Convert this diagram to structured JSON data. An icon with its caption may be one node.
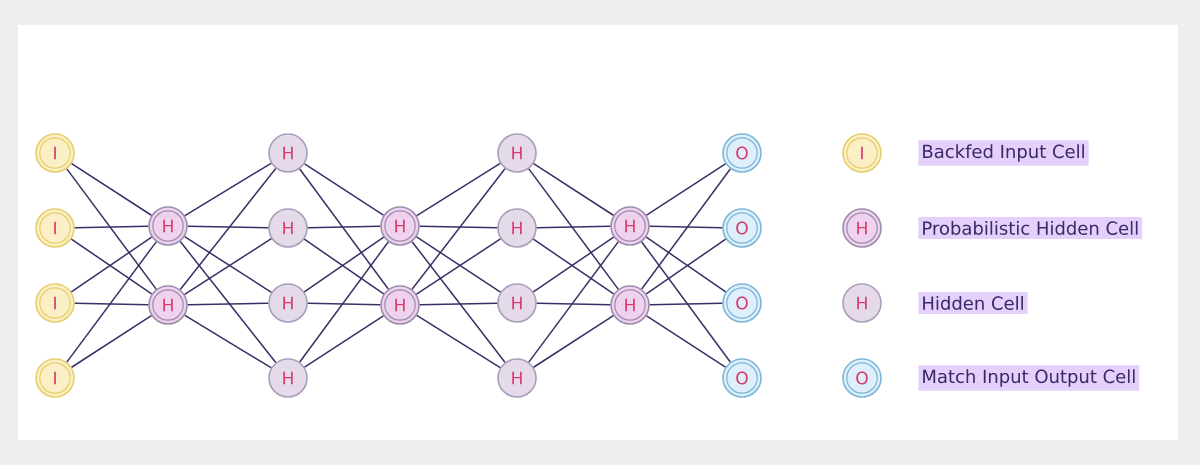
{
  "diagram": {
    "nodes": [
      {
        "text": [
          "I"
        ]
      },
      {
        "text": [
          "I"
        ]
      },
      {
        "text": [
          "I"
        ]
      },
      {
        "text": [
          "I"
        ]
      },
      {
        "text": [
          "H"
        ]
      },
      {
        "text": [
          "H"
        ]
      },
      {
        "text": [
          "H"
        ]
      },
      {
        "text": [
          "H"
        ]
      },
      {
        "text": [
          "H"
        ]
      },
      {
        "text": [
          "H"
        ]
      },
      {
        "text": [
          "H"
        ]
      },
      {
        "text": [
          "H"
        ]
      },
      {
        "text": [
          "H"
        ]
      },
      {
        "text": [
          "H"
        ]
      },
      {
        "text": [
          "H"
        ]
      },
      {
        "text": [
          "H"
        ]
      },
      {
        "text": [
          "H"
        ]
      },
      {
        "text": [
          "H"
        ]
      },
      {
        "text": [
          "O"
        ]
      },
      {
        "text": [
          "O"
        ]
      },
      {
        "text": [
          "O"
        ]
      },
      {
        "text": [
          "O"
        ]
      }
    ],
    "edges": [
      {
        "from": 0,
        "to": 4,
        "arrow": "none"
      },
      {
        "from": 0,
        "to": 5,
        "arrow": "none"
      },
      {
        "from": 1,
        "to": 4,
        "arrow": "none"
      },
      {
        "from": 1,
        "to": 5,
        "arrow": "none"
      },
      {
        "from": 2,
        "to": 4,
        "arrow": "none"
      },
      {
        "from": 2,
        "to": 5,
        "arrow": "none"
      },
      {
        "from": 3,
        "to": 4,
        "arrow": "none"
      },
      {
        "from": 3,
        "to": 5,
        "arrow": "none"
      },
      {
        "from": 4,
        "to": 6,
        "arrow": "none"
      },
      {
        "from": 4,
        "to": 7,
        "arrow": "none"
      },
      {
        "from": 4,
        "to": 8,
        "arrow": "none"
      },
      {
        "from": 4,
        "to": 9,
        "arrow": "none"
      },
      {
        "from": 5,
        "to": 6,
        "arrow": "none"
      },
      {
        "from": 5,
        "to": 7,
        "arrow": "none"
      },
      {
        "from": 5,
        "to": 8,
        "arrow": "none"
      },
      {
        "from": 5,
        "to": 9,
        "arrow": "none"
      },
      {
        "from": 6,
        "to": 10,
        "arrow": "none"
      },
      {
        "from": 6,
        "to": 11,
        "arrow": "none"
      },
      {
        "from": 7,
        "to": 10,
        "arrow": "none"
      },
      {
        "from": 7,
        "to": 11,
        "arrow": "none"
      },
      {
        "from": 8,
        "to": 10,
        "arrow": "none"
      },
      {
        "from": 8,
        "to": 11,
        "arrow": "none"
      },
      {
        "from": 9,
        "to": 10,
        "arrow": "none"
      },
      {
        "from": 9,
        "to": 11,
        "arrow": "none"
      },
      {
        "from": 10,
        "to": 12,
        "arrow": "none"
      },
      {
        "from": 10,
        "to": 13,
        "arrow": "none"
      },
      {
        "from": 10,
        "to": 14,
        "arrow": "none"
      },
      {
        "from": 10,
        "to": 15,
        "arrow": "none"
      },
      {
        "from": 11,
        "to": 12,
        "arrow": "none"
      },
      {
        "from": 11,
        "to": 13,
        "arrow": "none"
      },
      {
        "from": 11,
        "to": 14,
        "arrow": "none"
      },
      {
        "from": 11,
        "to": 15,
        "arrow": "none"
      },
      {
        "from": 12,
        "to": 16,
        "arrow": "none"
      },
      {
        "from": 12,
        "to": 17,
        "arrow": "none"
      },
      {
        "from": 13,
        "to": 16,
        "arrow": "none"
      },
      {
        "from": 13,
        "to": 17,
        "arrow": "none"
      },
      {
        "from": 14,
        "to": 16,
        "arrow": "none"
      },
      {
        "from": 14,
        "to": 17,
        "arrow": "none"
      },
      {
        "from": 15,
        "to": 16,
        "arrow": "none"
      },
      {
        "from": 15,
        "to": 17,
        "arrow": "none"
      },
      {
        "from": 16,
        "to": 18,
        "arrow": "none"
      },
      {
        "from": 16,
        "to": 19,
        "arrow": "none"
      },
      {
        "from": 16,
        "to": 20,
        "arrow": "none"
      },
      {
        "from": 16,
        "to": 21,
        "arrow": "none"
      },
      {
        "from": 17,
        "to": 18,
        "arrow": "none"
      },
      {
        "from": 17,
        "to": 19,
        "arrow": "none"
      },
      {
        "from": 17,
        "to": 20,
        "arrow": "none"
      },
      {
        "from": 17,
        "to": 21,
        "arrow": "none"
      }
    ],
    "labels": [
      "I",
      "H",
      "H",
      "O"
    ],
    "legend": [
      {
        "text": "Backfed Input Cell"
      },
      {
        "text": "Probabilistic Hidden Cell"
      },
      {
        "text": "Hidden Cell"
      },
      {
        "text": "Match Input Output Cell"
      }
    ]
  }
}
